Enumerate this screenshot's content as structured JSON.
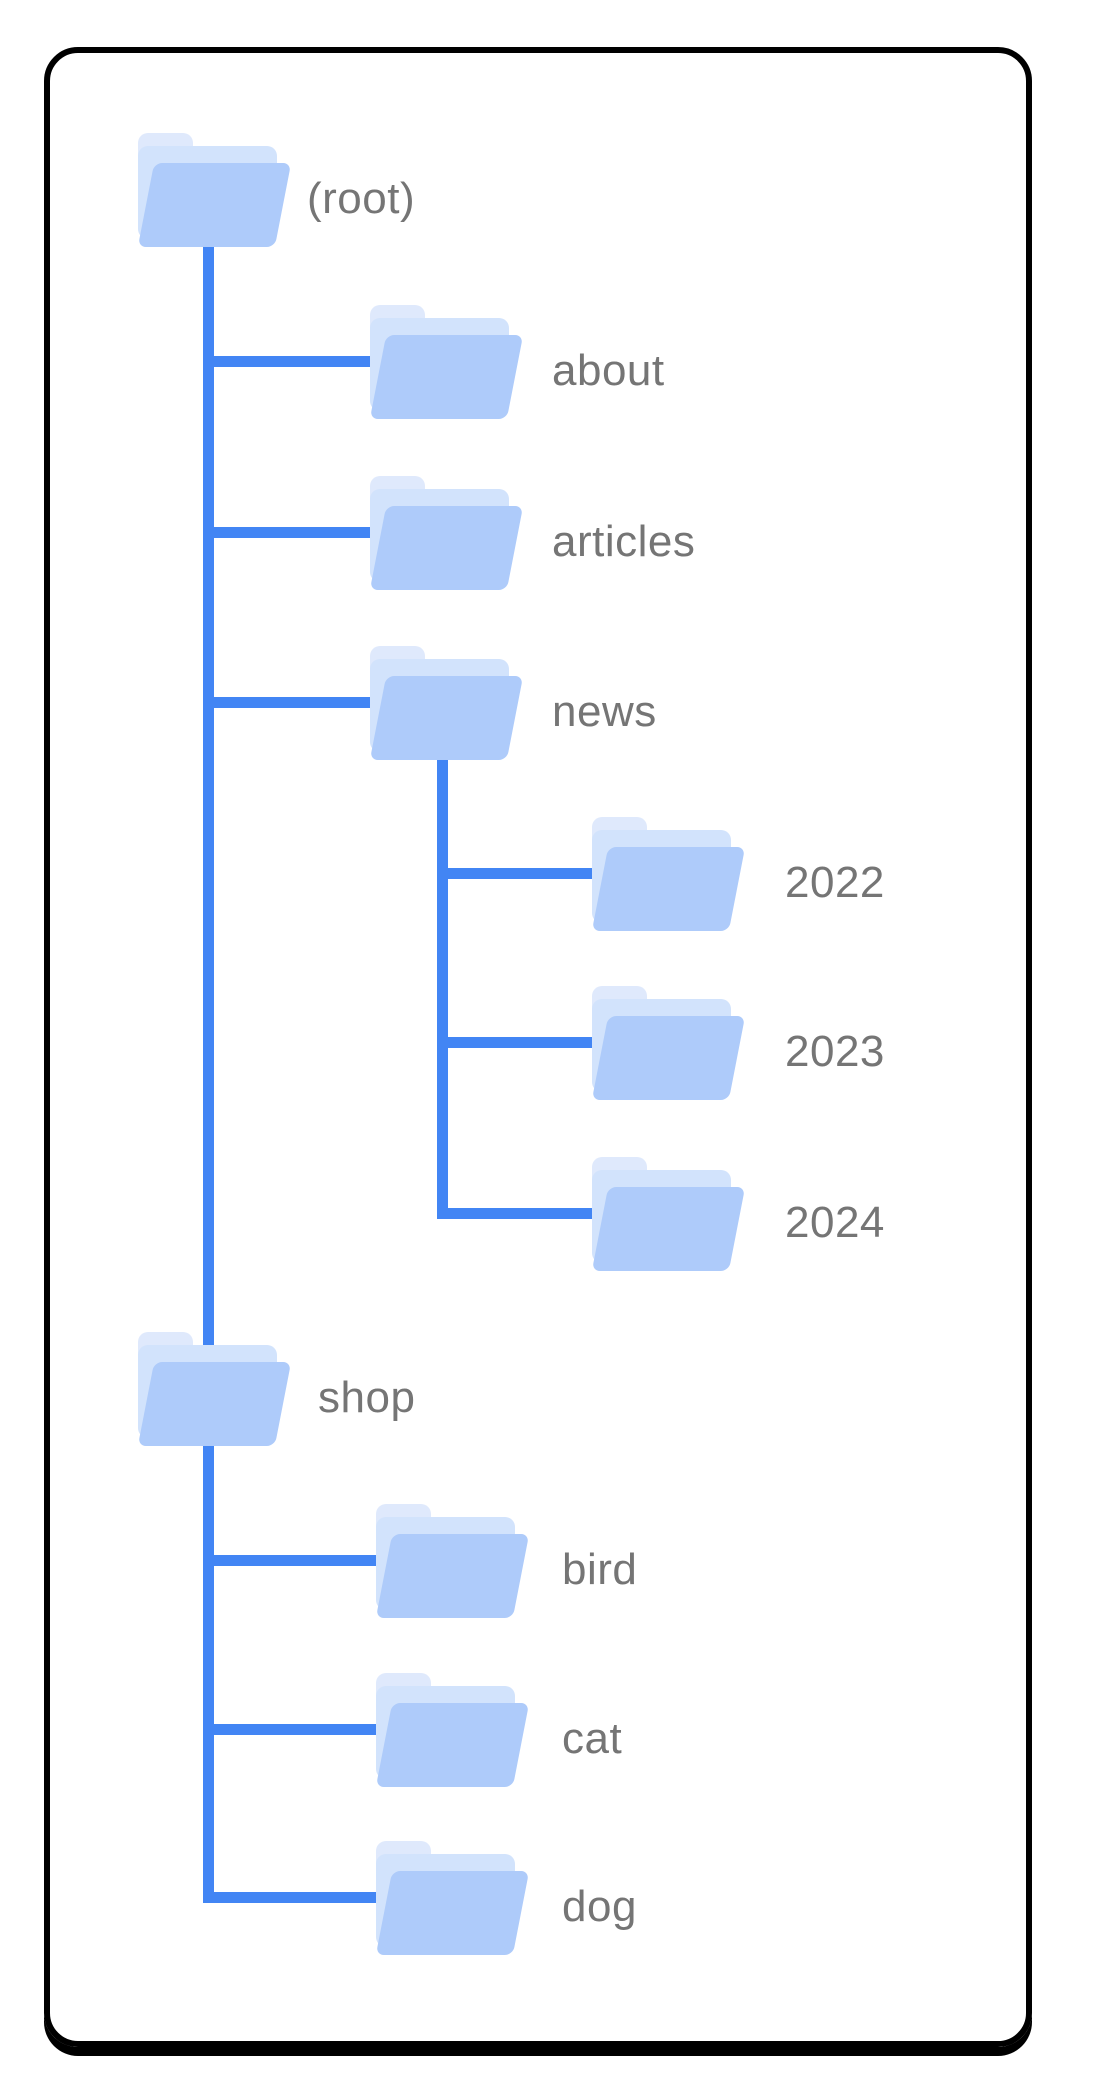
{
  "nodes": [
    {
      "id": "root",
      "label": "(root)",
      "parent": null,
      "depth": 0
    },
    {
      "id": "about",
      "label": "about",
      "parent": "root",
      "depth": 1
    },
    {
      "id": "articles",
      "label": "articles",
      "parent": "root",
      "depth": 1
    },
    {
      "id": "news",
      "label": "news",
      "parent": "root",
      "depth": 1
    },
    {
      "id": "2022",
      "label": "2022",
      "parent": "news",
      "depth": 2
    },
    {
      "id": "2023",
      "label": "2023",
      "parent": "news",
      "depth": 2
    },
    {
      "id": "2024",
      "label": "2024",
      "parent": "news",
      "depth": 2
    },
    {
      "id": "shop",
      "label": "shop",
      "parent": "root",
      "depth": 1
    },
    {
      "id": "bird",
      "label": "bird",
      "parent": "shop",
      "depth": 2
    },
    {
      "id": "cat",
      "label": "cat",
      "parent": "shop",
      "depth": 2
    },
    {
      "id": "dog",
      "label": "dog",
      "parent": "shop",
      "depth": 2
    }
  ],
  "colors": {
    "connector": "#4285F4",
    "folder_front": "#AECBFA",
    "folder_middle": "#D2E3FC",
    "folder_back": "#DFE9FC",
    "label_text": "#757575",
    "card_border": "#000000",
    "background": "#FFFFFF"
  }
}
